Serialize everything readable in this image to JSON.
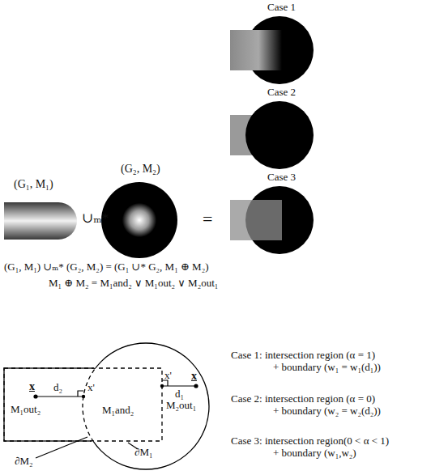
{
  "diagram": {
    "nodes": [
      {
        "text": [
          "(G₁, M₁)"
        ]
      },
      {
        "text": [
          "(G₂, M₂)"
        ]
      },
      {
        "text": [
          "Case 1"
        ]
      },
      {
        "text": [
          "Case 2"
        ]
      },
      {
        "text": [
          "Case 3"
        ]
      },
      {
        "text": [
          "M₁out₂"
        ]
      },
      {
        "text": [
          "M₂out₁"
        ]
      }
    ],
    "edges": [],
    "labels": [
      "∪ₘ*",
      "=",
      "(G₁, M₁) ∪ₘ* (G₂, M₂) = (G₁ ∪* G₂, M₁ ⊕ M₂)",
      "M₁ ⊕ M₂ = M₁and₂ ∨ M₁out₂ ∨ M₂out₁",
      "M₁and₂",
      "x",
      "d₂",
      "x'",
      "x'",
      "d₁",
      "x",
      "∂M₂",
      "∂M₁",
      "Case 1: intersection region (α = 1) + boundary (w₁ = w₁(d₁))",
      "Case 2: intersection region (α = 0) + boundary (w₂ = w₂(d₂))",
      "Case 3: intersection region(0 < α < 1) + boundary (w₁,w₂)"
    ]
  }
}
